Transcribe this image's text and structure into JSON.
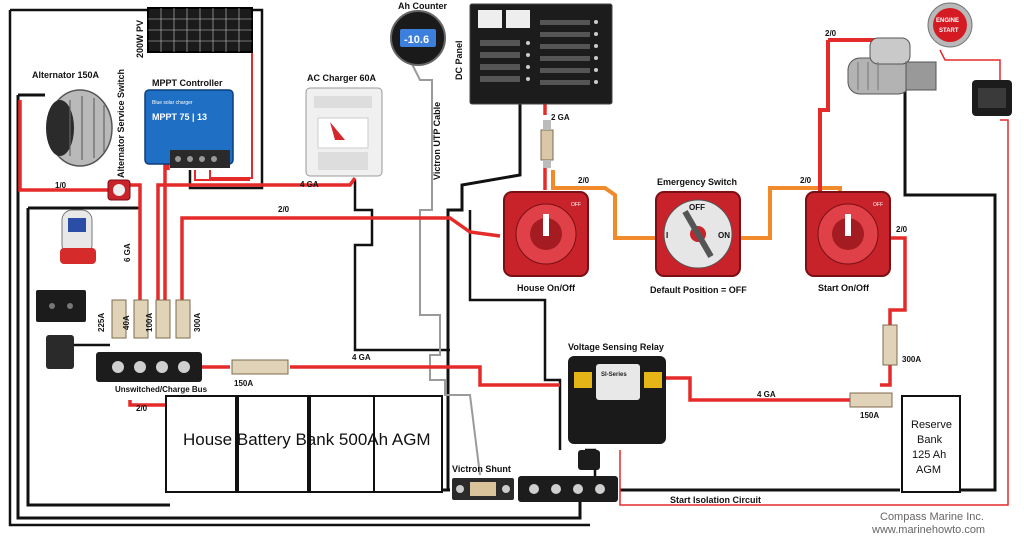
{
  "components": {
    "alternator": "Alternator 150A",
    "solar_panel": "200W PV",
    "mppt": "MPPT Controller",
    "mppt_face_brand": "Blue solar charger",
    "mppt_face_model": "MPPT 75 | 13",
    "ac_charger": "AC Charger 60A",
    "ah_counter": "Ah Counter",
    "ah_counter_reading": "-10.6",
    "dc_panel": "DC Panel",
    "alt_service_switch": "Alternator Service Switch",
    "emergency_switch": "Emergency Switch",
    "emergency_default": "Default Position = OFF",
    "house_switch": "House On/Off",
    "start_switch": "Start On/Off",
    "vsr": "Voltage Sensing Relay",
    "vsr_face": "SI-Series",
    "bus": "Unswitched/Charge Bus",
    "house_bank": "House Battery Bank 500Ah AGM",
    "reserve_bank": [
      "Reserve",
      "Bank",
      "125 Ah",
      "AGM"
    ],
    "shunt": "Victron Shunt",
    "utp": "Victron UTP Cable",
    "start_isolation": "Start Isolation Circuit",
    "engine_start": [
      "ENGINE",
      "START"
    ]
  },
  "switch_marks": {
    "off": "OFF",
    "on": "ON",
    "one": "I"
  },
  "wires": {
    "w_1_0": "1/0",
    "w_6ga": "6 GA",
    "w_4ga_ac": "4 GA",
    "w_2_0_house": "2/0",
    "w_2ga": "2 GA",
    "w_2_0_emg_l": "2/0",
    "w_2_0_emg_r": "2/0",
    "w_2_0_start": "2/0",
    "w_2_0_starter": "2/0",
    "w_4ga_vsr": "4 GA",
    "w_4ga_reserve": "4 GA",
    "w_2_0_bank": "2/0"
  },
  "fuses": {
    "f225": "225A",
    "f40": "40A",
    "f100": "100A",
    "f300": "300A",
    "f150_bus": "150A",
    "f300_reserve": "300A",
    "f150_reserve": "150A"
  },
  "credits": [
    "Compass Marine Inc.",
    "www.marinehowto.com"
  ],
  "colors": {
    "positive": "#e52a2a",
    "negative": "#111111",
    "emergency": "#f08a2a",
    "utp": "#9a9a9a",
    "switch_red": "#c8232a"
  }
}
